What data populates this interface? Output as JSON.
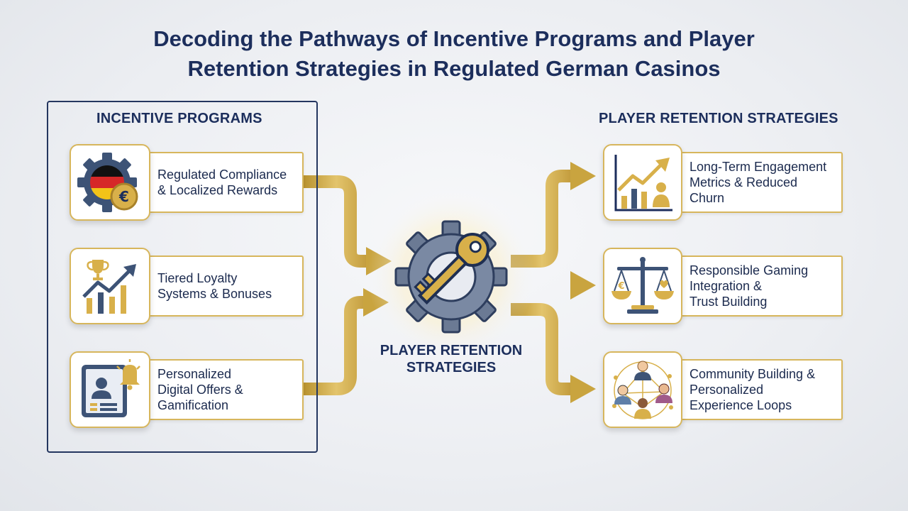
{
  "title": {
    "line1": "Decoding the Pathways of Incentive Programs and Player",
    "line2": "Retention Strategies in Regulated German Casinos"
  },
  "left_section": {
    "heading": "INCENTIVE PROGRAMS",
    "items": [
      {
        "lines": [
          "Regulated Compliance",
          "& Localized Rewards"
        ],
        "icon": "germany-flag-gear-euro-icon"
      },
      {
        "lines": [
          "Tiered Loyalty",
          "Systems & Bonuses"
        ],
        "icon": "trophy-growth-chart-icon"
      },
      {
        "lines": [
          "Personalized",
          "Digital Offers &",
          "Gamification"
        ],
        "icon": "tablet-profile-notification-icon"
      }
    ]
  },
  "center": {
    "label_line1": "PLAYER RETENTION",
    "label_line2": "STRATEGIES",
    "icon": "gear-key-icon"
  },
  "right_section": {
    "heading": "PLAYER RETENTION STRATEGIES",
    "items": [
      {
        "lines": [
          "Long-Term Engagement",
          "Metrics & Reduced",
          "Churn"
        ],
        "icon": "engagement-chart-icon"
      },
      {
        "lines": [
          "Responsible Gaming",
          "Integration &",
          "Trust Building"
        ],
        "icon": "balance-scale-icon"
      },
      {
        "lines": [
          "Community Building &",
          "Personalized",
          "Experience Loops"
        ],
        "icon": "community-network-icon"
      }
    ]
  },
  "colors": {
    "navy": "#1c2e5c",
    "gold": "#c9a43f",
    "card_border": "#d7b65c"
  }
}
